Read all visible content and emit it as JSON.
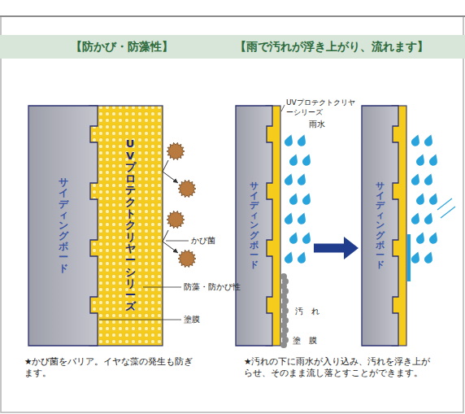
{
  "diagram": {
    "nodes": [
      {
        "text": [
          "サイディングボード"
        ]
      },
      {
        "text": [
          "UVプロテクトクリヤーシリーズ"
        ]
      },
      {
        "text": [
          "サイディングボード"
        ]
      },
      {
        "text": [
          "サイディングボード"
        ]
      }
    ],
    "edges": [
      {
        "from": 2,
        "to": 3,
        "arrow": "to"
      }
    ],
    "labels": [
      "【防かび・防藻性】",
      "【雨で汚れが浮き上がり、流れます】",
      "かび菌",
      "防藻・防かび性",
      "塗膜",
      "★かび菌をバリア。イヤな藻の発生も防ぎます。",
      "UVプロテクトクリヤーシリーズ",
      "雨水",
      "汚　れ",
      "塗　膜",
      "★汚れの下に雨水が入り込み、汚れを浮き上がらせ、そのまま流し落とすことができます。"
    ]
  }
}
